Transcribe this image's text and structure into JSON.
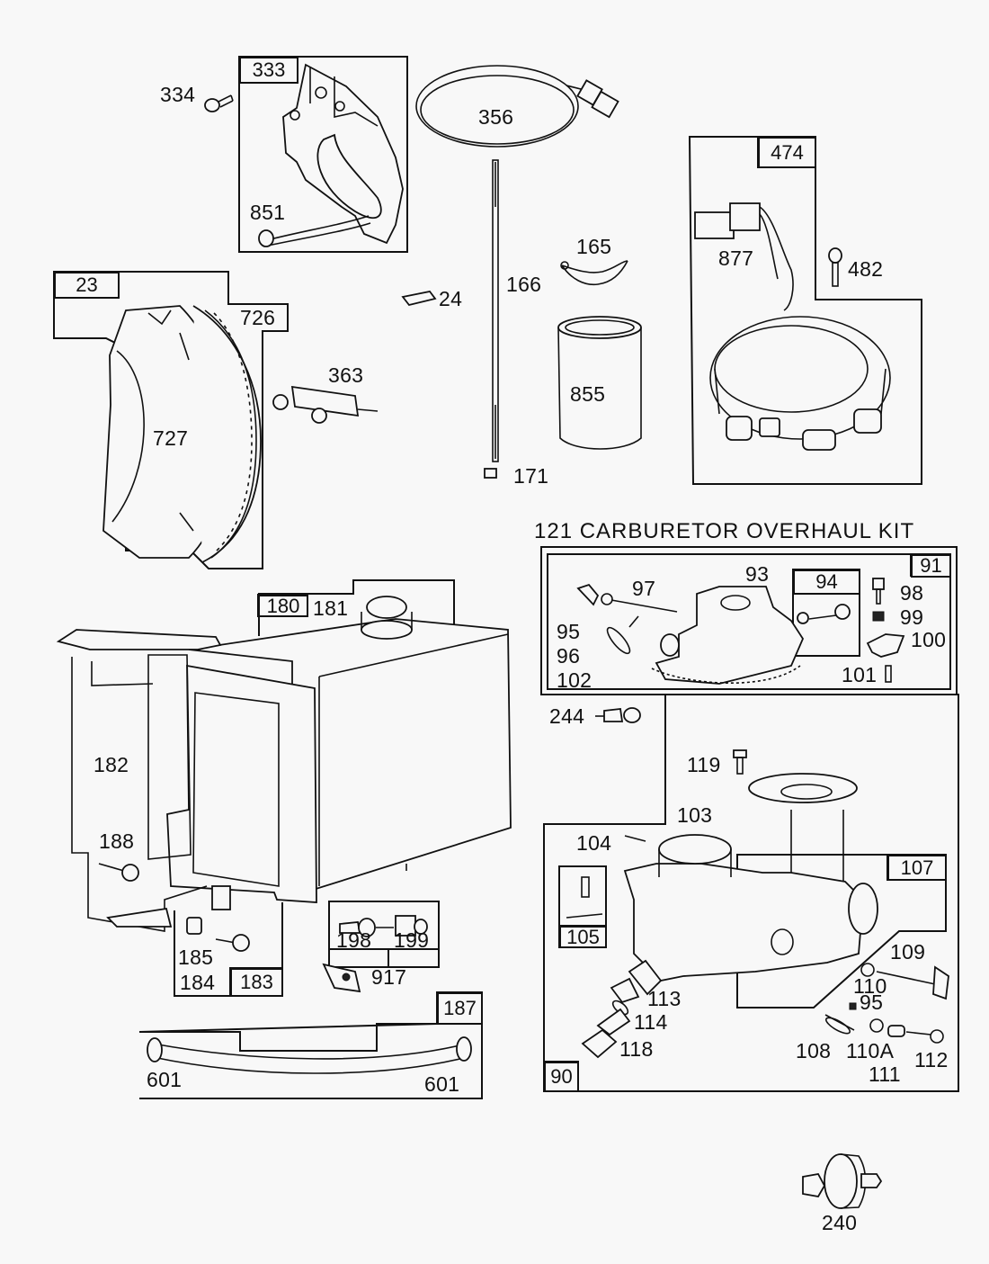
{
  "diagram": {
    "type": "exploded-parts-diagram",
    "background": "#f8f8f8",
    "line_color": "#111111",
    "kit_title": "121 CARBURETOR OVERHAUL KIT",
    "callouts": {
      "p334": "334",
      "p333": "333",
      "p851": "851",
      "p356": "356",
      "p474": "474",
      "p877": "877",
      "p482": "482",
      "p23": "23",
      "p726": "726",
      "p727": "727",
      "p363": "363",
      "p24": "24",
      "p166": "166",
      "p165": "165",
      "p855": "855",
      "p171": "171",
      "p91": "91",
      "p93": "93",
      "p94": "94",
      "p97": "97",
      "p98": "98",
      "p99": "99",
      "p100": "100",
      "p101": "101",
      "p95a": "95",
      "p96": "96",
      "p102": "102",
      "p244": "244",
      "p119": "119",
      "p103": "103",
      "p104": "104",
      "p105": "105",
      "p107": "107",
      "p109": "109",
      "p110": "110",
      "p95b": "95",
      "p108": "108",
      "p110a": "110A",
      "p111": "111",
      "p112": "112",
      "p113": "113",
      "p114": "114",
      "p118": "118",
      "p90": "90",
      "p180": "180",
      "p181": "181",
      "p182": "182",
      "p188": "188",
      "p185": "185",
      "p184": "184",
      "p183": "183",
      "p198": "198",
      "p199": "199",
      "p917": "917",
      "p187": "187",
      "p601a": "601",
      "p601b": "601",
      "p240": "240"
    }
  }
}
